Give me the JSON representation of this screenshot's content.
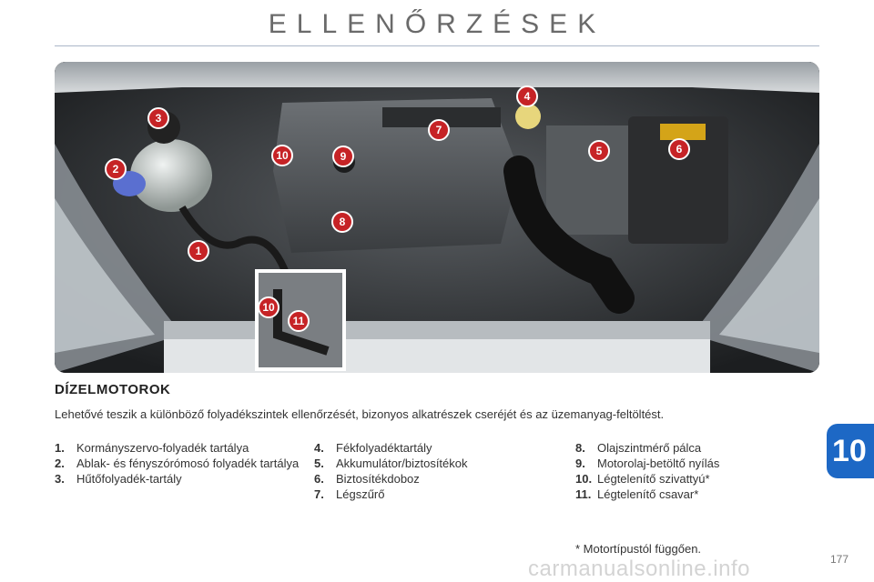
{
  "header": {
    "title": "ELLENŐRZÉSEK"
  },
  "figure": {
    "callouts": [
      "1",
      "2",
      "3",
      "4",
      "5",
      "6",
      "7",
      "8",
      "9",
      "10",
      "10",
      "11"
    ]
  },
  "section": {
    "title": "DÍZELMOTOROK",
    "intro": "Lehetővé teszik a különböző folyadékszintek ellenőrzését, bizonyos alkatrészek cseréjét és az üzemanyag-feltöltést."
  },
  "items": [
    {
      "num": "1.",
      "label": "Kormányszervo-folyadék tartálya"
    },
    {
      "num": "2.",
      "label": "Ablak- és fényszórómosó folyadék tartálya"
    },
    {
      "num": "3.",
      "label": "Hűtőfolyadék-tartály"
    },
    {
      "num": "4.",
      "label": "Fékfolyadéktartály"
    },
    {
      "num": "5.",
      "label": "Akkumulátor/biztosítékok"
    },
    {
      "num": "6.",
      "label": "Biztosítékdoboz"
    },
    {
      "num": "7.",
      "label": "Légszűrő"
    },
    {
      "num": "8.",
      "label": "Olajszintmérő pálca"
    },
    {
      "num": "9.",
      "label": "Motorolaj-betöltő nyílás"
    },
    {
      "num": "10.",
      "label": "Légtelenítő szivattyú*"
    },
    {
      "num": "11.",
      "label": "Légtelenítő csavar*"
    }
  ],
  "footnote": "* Motortípustól függően.",
  "page_number": "177",
  "chapter_tab": "10",
  "watermark": "carmanualsonline.info",
  "colors": {
    "callout": "#c62326",
    "chapter_tab": "#1d68c5",
    "rule": "#aab6c8"
  }
}
